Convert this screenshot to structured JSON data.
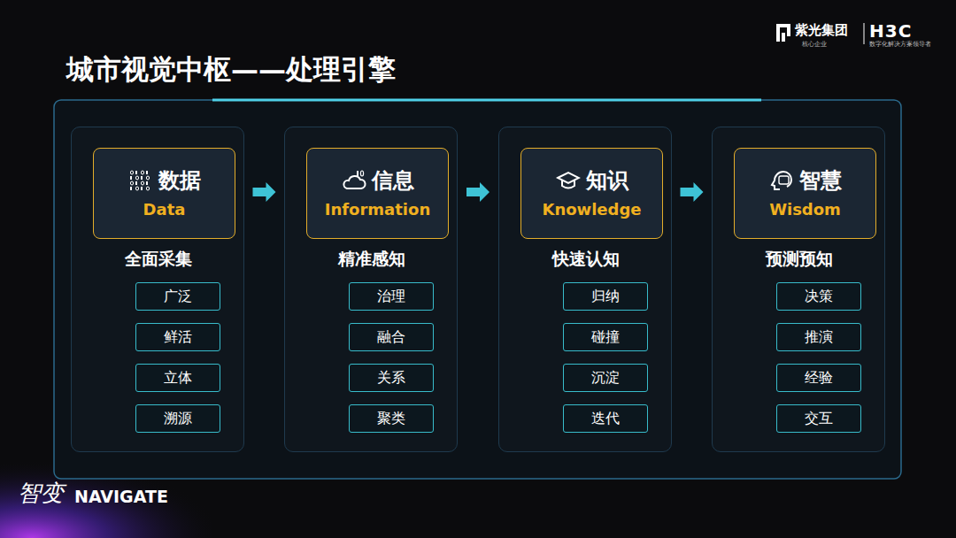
{
  "diagram": {
    "title": "城市视觉中枢——处理引擎",
    "nodes": [
      {
        "text": [
          "全面采集"
        ]
      },
      {
        "text": [
          "数据",
          "Data"
        ],
        "in": 0
      },
      {
        "text": [
          "广泛"
        ],
        "in": 0
      },
      {
        "text": [
          "鲜活"
        ],
        "in": 0
      },
      {
        "text": [
          "立体"
        ],
        "in": 0
      },
      {
        "text": [
          "溯源"
        ],
        "in": 0
      },
      {
        "text": [
          "精准感知"
        ]
      },
      {
        "text": [
          "信息",
          "Information"
        ],
        "in": 6
      },
      {
        "text": [
          "治理"
        ],
        "in": 6
      },
      {
        "text": [
          "融合"
        ],
        "in": 6
      },
      {
        "text": [
          "关系"
        ],
        "in": 6
      },
      {
        "text": [
          "聚类"
        ],
        "in": 6
      },
      {
        "text": [
          "快速认知"
        ]
      },
      {
        "text": [
          "知识",
          "Knowledge"
        ],
        "in": 12
      },
      {
        "text": [
          "归纳"
        ],
        "in": 12
      },
      {
        "text": [
          "碰撞"
        ],
        "in": 12
      },
      {
        "text": [
          "沉淀"
        ],
        "in": 12
      },
      {
        "text": [
          "迭代"
        ],
        "in": 12
      },
      {
        "text": [
          "预测预知"
        ]
      },
      {
        "text": [
          "智慧",
          "Wisdom"
        ],
        "in": 18
      },
      {
        "text": [
          "决策"
        ],
        "in": 18
      },
      {
        "text": [
          "推演"
        ],
        "in": 18
      },
      {
        "text": [
          "经验"
        ],
        "in": 18
      },
      {
        "text": [
          "交互"
        ],
        "in": 18
      }
    ],
    "edges": [
      {
        "from": 0,
        "to": 6,
        "arrow": "to"
      },
      {
        "from": 6,
        "to": 12,
        "arrow": "to"
      },
      {
        "from": 12,
        "to": 18,
        "arrow": "to"
      }
    ],
    "labels": [
      "紫光集团",
      "核心企业",
      "H3C",
      "数字化解决方案领导者",
      "智变",
      "NAVIGATE"
    ]
  }
}
